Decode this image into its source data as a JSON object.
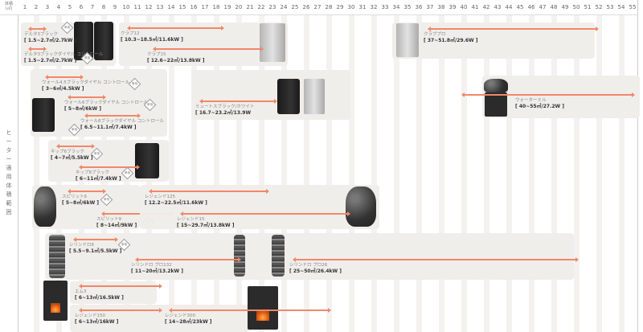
{
  "chart_data": {
    "type": "range-bar",
    "title": "",
    "xlabel": "体積(㎥)",
    "ylabel": "ヒーター適用体積範囲",
    "x_ticks": [
      1,
      2,
      3,
      4,
      5,
      6,
      7,
      8,
      9,
      10,
      11,
      12,
      13,
      14,
      15,
      16,
      17,
      18,
      19,
      20,
      21,
      22,
      23,
      24,
      25,
      26,
      27,
      28,
      29,
      30,
      31,
      32,
      33,
      34,
      35,
      36,
      37,
      38,
      39,
      40,
      41,
      42,
      43,
      44,
      45,
      46,
      47,
      48,
      49,
      50,
      51,
      52,
      53,
      54,
      55
    ],
    "xlim": [
      1,
      55
    ],
    "header_unit_line1": "体積",
    "header_unit_line2": "(㎥)",
    "bar_color": "#f0886a",
    "groups": [
      {
        "name": "delta",
        "items": [
          {
            "name": "デルタ3ブラック",
            "range_label": "[ 1.5~2.7㎥/2.7kW ]",
            "min": 1.5,
            "max": 2.7,
            "kw": 2.7,
            "badge": true
          },
          {
            "name": "デルタ3ブラックダイヤル コントロール",
            "range_label": "[ 1.5~2.7㎥/2.7kW ]",
            "min": 1.5,
            "max": 2.7,
            "kw": 2.7,
            "badge": true
          }
        ]
      },
      {
        "name": "club",
        "items": [
          {
            "name": "クラブ12",
            "range_label": "[ 10.3~18.5㎥/11.6kW ]",
            "min": 10.3,
            "max": 18.5,
            "kw": 11.6,
            "badge": false
          },
          {
            "name": "クラブ15",
            "range_label": "[ 12.6~22㎥/13.8kW ]",
            "min": 12.6,
            "max": 22,
            "kw": 13.8,
            "badge": false
          }
        ]
      },
      {
        "name": "club-pro",
        "items": [
          {
            "name": "クラブプロ",
            "range_label": "[ 37~51.8㎥/29.6W ]",
            "min": 37,
            "max": 51.8,
            "kw": 29.6,
            "badge": false
          }
        ]
      },
      {
        "name": "wall",
        "items": [
          {
            "name": "ウォール4.5ブラックダイヤル コントロール",
            "range_label": "[ 3~6㎥/4.5kW ]",
            "min": 3,
            "max": 6,
            "kw": 4.5,
            "badge": true
          },
          {
            "name": "ウォール6ブラックダイヤル コントロール",
            "range_label": "[ 5~8㎥/6kW ]",
            "min": 5,
            "max": 8,
            "kw": 6,
            "badge": true
          },
          {
            "name": "ウォール8ブラックダイヤル コントロール",
            "range_label": "[ 6.5~11.1㎥/7.4kW ]",
            "min": 6.5,
            "max": 11.1,
            "kw": 7.4,
            "badge": true
          }
        ]
      },
      {
        "name": "mute",
        "items": [
          {
            "name": "ミュートスブラック/ホワイト",
            "range_label": "[ 16.7~23.2㎥/13.9W",
            "min": 16.7,
            "max": 23.2,
            "kw": 13.9,
            "badge": false
          }
        ]
      },
      {
        "name": "water-mill",
        "items": [
          {
            "name": "ウォーターミル",
            "range_label": "[ 40~55㎥/27.2W ]",
            "min": 40,
            "max": 55,
            "kw": 27.2,
            "badge": false
          }
        ]
      },
      {
        "name": "kip",
        "items": [
          {
            "name": "キップ6ブラック",
            "range_label": "[ 4~7㎥/5.5kW ]",
            "min": 4,
            "max": 7,
            "kw": 5.5,
            "badge": true
          },
          {
            "name": "キップ8ブラック",
            "range_label": "[ 6~11㎥/7.4kW ]",
            "min": 6,
            "max": 11,
            "kw": 7.4,
            "badge": true
          }
        ]
      },
      {
        "name": "spirit",
        "items": [
          {
            "name": "スピリット6",
            "range_label": "[ 5~8㎥/6kW ]",
            "min": 5,
            "max": 8,
            "kw": 6,
            "badge": true
          },
          {
            "name": "スピリット9",
            "range_label": "[ 8~14㎥/9kW ]",
            "min": 8,
            "max": 14,
            "kw": 9,
            "badge": true
          }
        ]
      },
      {
        "name": "legend-electric",
        "items": [
          {
            "name": "レジェンド125",
            "range_label": "[ 12.2~22.5㎥/11.6kW ]",
            "min": 12.2,
            "max": 22.5,
            "kw": 11.6,
            "badge": false
          },
          {
            "name": "レジェンド15",
            "range_label": "[ 15~29.7㎥/13.8kW ]",
            "min": 15,
            "max": 29.7,
            "kw": 13.8,
            "badge": false
          }
        ]
      },
      {
        "name": "cilindro",
        "items": [
          {
            "name": "シリンドロ6",
            "range_label": "[ 5.5~9.1㎥/5.5kW ]",
            "min": 5.5,
            "max": 9.1,
            "kw": 5.5,
            "badge": true
          },
          {
            "name": "シリンドロ プロ132",
            "range_label": "[ 11~20㎥/13.2kW ]",
            "min": 11,
            "max": 20,
            "kw": 13.2,
            "badge": false
          },
          {
            "name": "シリンドロ プロ26",
            "range_label": "[ 25~50㎥/26.4kW ]",
            "min": 25,
            "max": 50,
            "kw": 26.4,
            "badge": false
          }
        ]
      },
      {
        "name": "wood",
        "items": [
          {
            "name": "エム3",
            "range_label": "[ 6~13㎥/16.5kW ]",
            "min": 6,
            "max": 13,
            "kw": 16.5,
            "badge": false
          },
          {
            "name": "レジェンド150",
            "range_label": "[ 6~13㎥/16kW ]",
            "min": 6,
            "max": 13,
            "kw": 16,
            "badge": false
          },
          {
            "name": "レジェンド300",
            "range_label": "[ 14~28㎥/23kW ]",
            "min": 14,
            "max": 28,
            "kw": 23,
            "badge": false
          }
        ]
      }
    ],
    "badge_text": "単相"
  }
}
